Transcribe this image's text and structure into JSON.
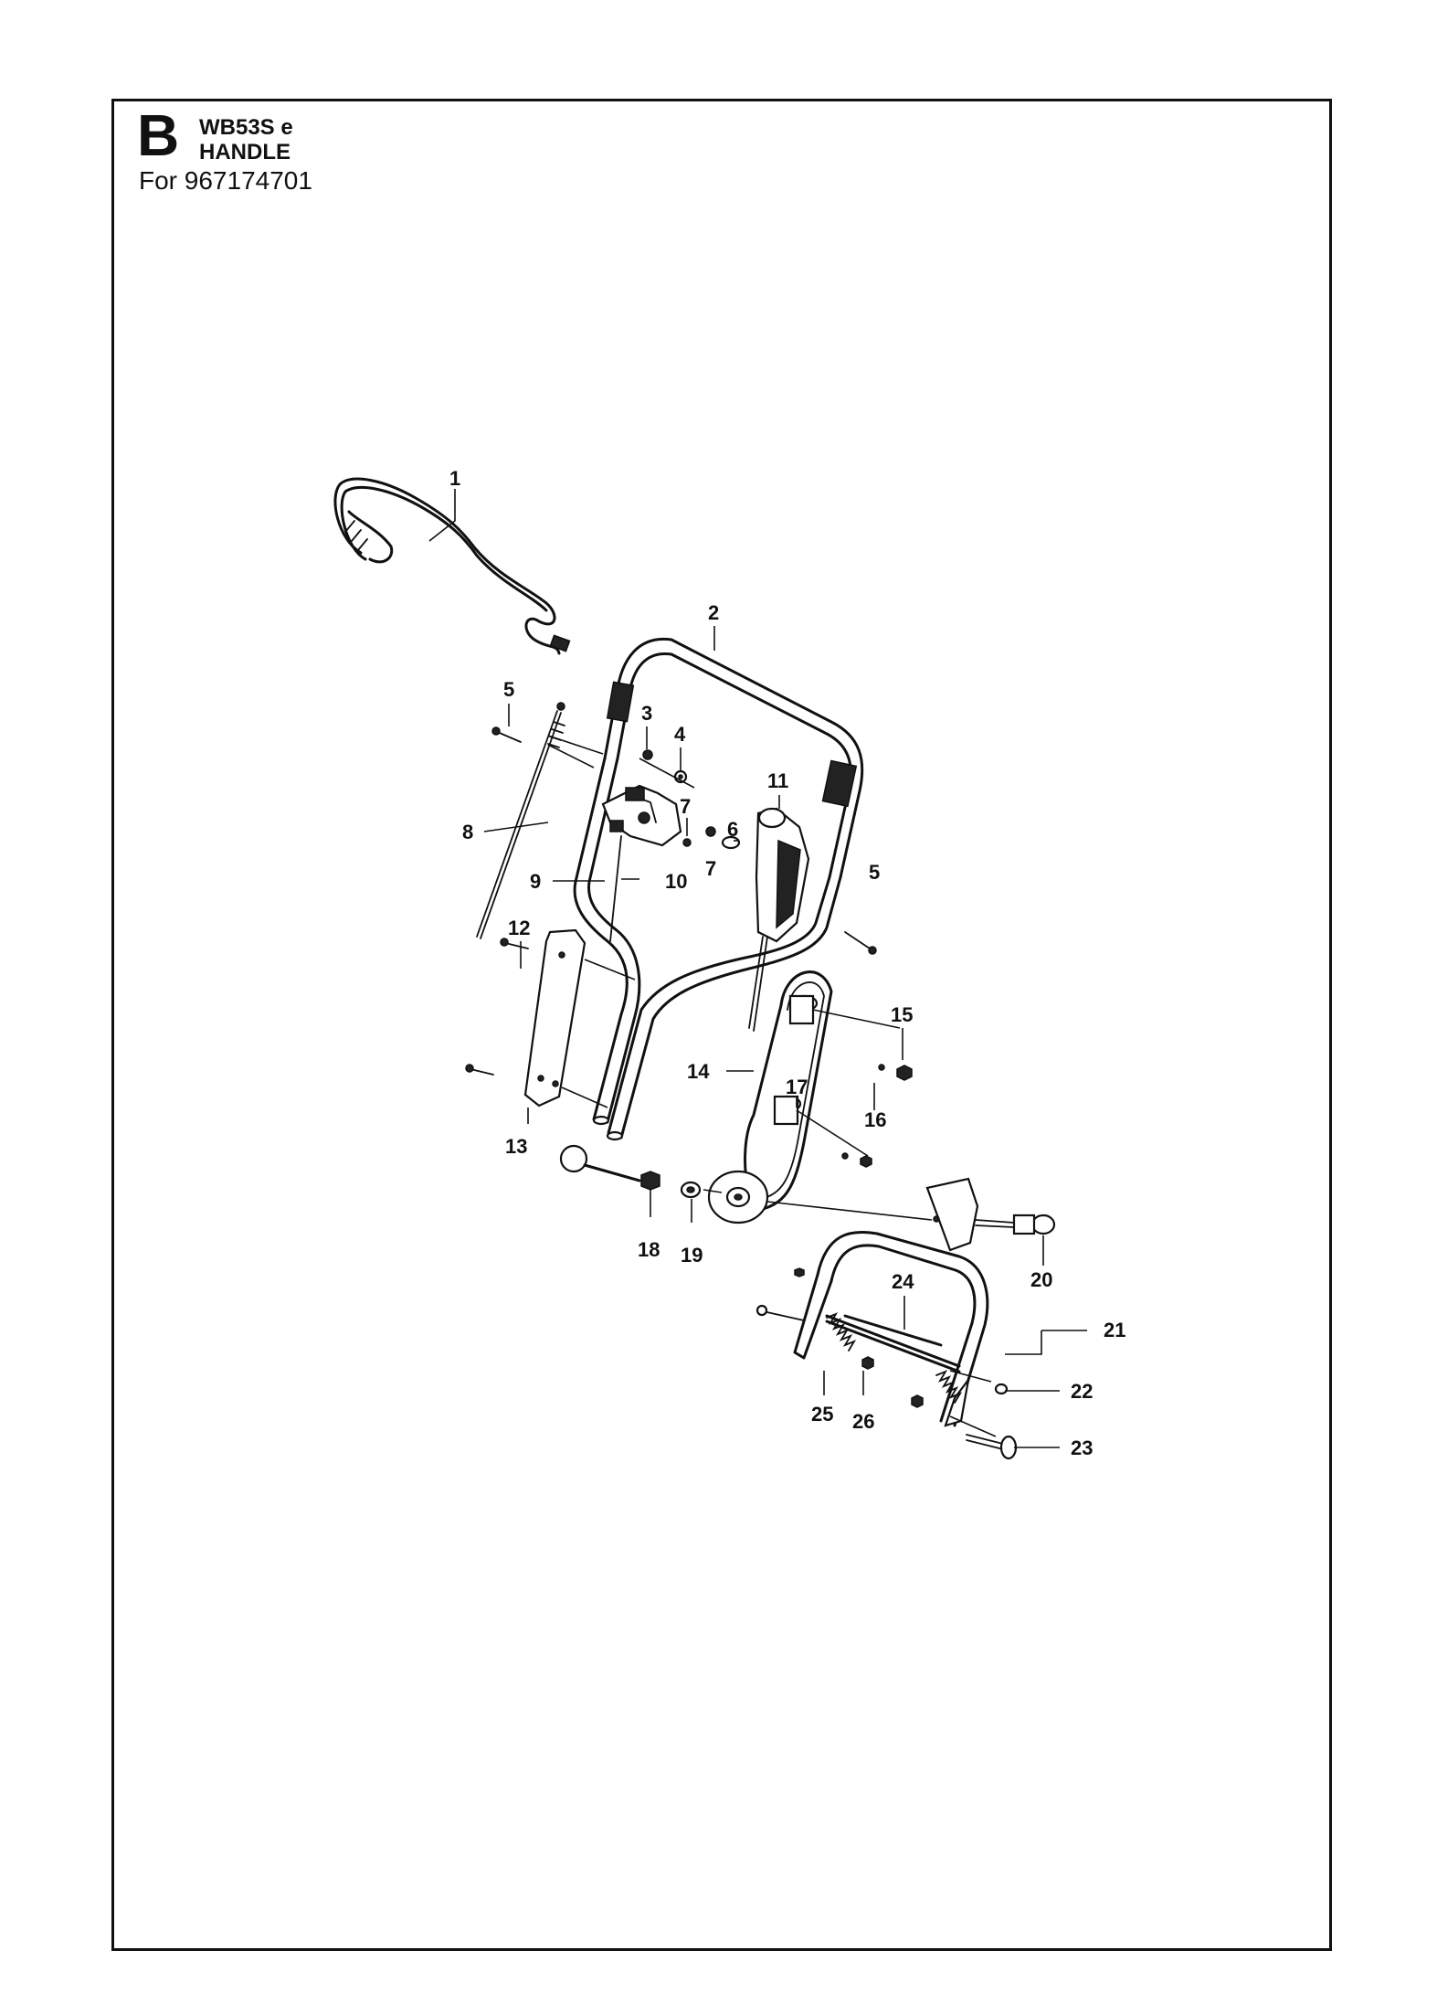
{
  "header": {
    "section_letter": "B",
    "model": "WB53S e",
    "title": "HANDLE",
    "for_line": "For 967174701"
  },
  "callouts": [
    {
      "id": "c1",
      "label": "1"
    },
    {
      "id": "c2",
      "label": "2"
    },
    {
      "id": "c3",
      "label": "3"
    },
    {
      "id": "c4",
      "label": "4"
    },
    {
      "id": "c5a",
      "label": "5"
    },
    {
      "id": "c5b",
      "label": "5"
    },
    {
      "id": "c6",
      "label": "6"
    },
    {
      "id": "c7a",
      "label": "7"
    },
    {
      "id": "c7b",
      "label": "7"
    },
    {
      "id": "c8",
      "label": "8"
    },
    {
      "id": "c9",
      "label": "9"
    },
    {
      "id": "c10",
      "label": "10"
    },
    {
      "id": "c11",
      "label": "11"
    },
    {
      "id": "c12",
      "label": "12"
    },
    {
      "id": "c13",
      "label": "13"
    },
    {
      "id": "c14",
      "label": "14"
    },
    {
      "id": "c15",
      "label": "15"
    },
    {
      "id": "c16",
      "label": "16"
    },
    {
      "id": "c17",
      "label": "17"
    },
    {
      "id": "c18",
      "label": "18"
    },
    {
      "id": "c19",
      "label": "19"
    },
    {
      "id": "c20",
      "label": "20"
    },
    {
      "id": "c21",
      "label": "21"
    },
    {
      "id": "c22",
      "label": "22"
    },
    {
      "id": "c23",
      "label": "23"
    },
    {
      "id": "c24",
      "label": "24"
    },
    {
      "id": "c25",
      "label": "25"
    },
    {
      "id": "c26",
      "label": "26"
    }
  ]
}
